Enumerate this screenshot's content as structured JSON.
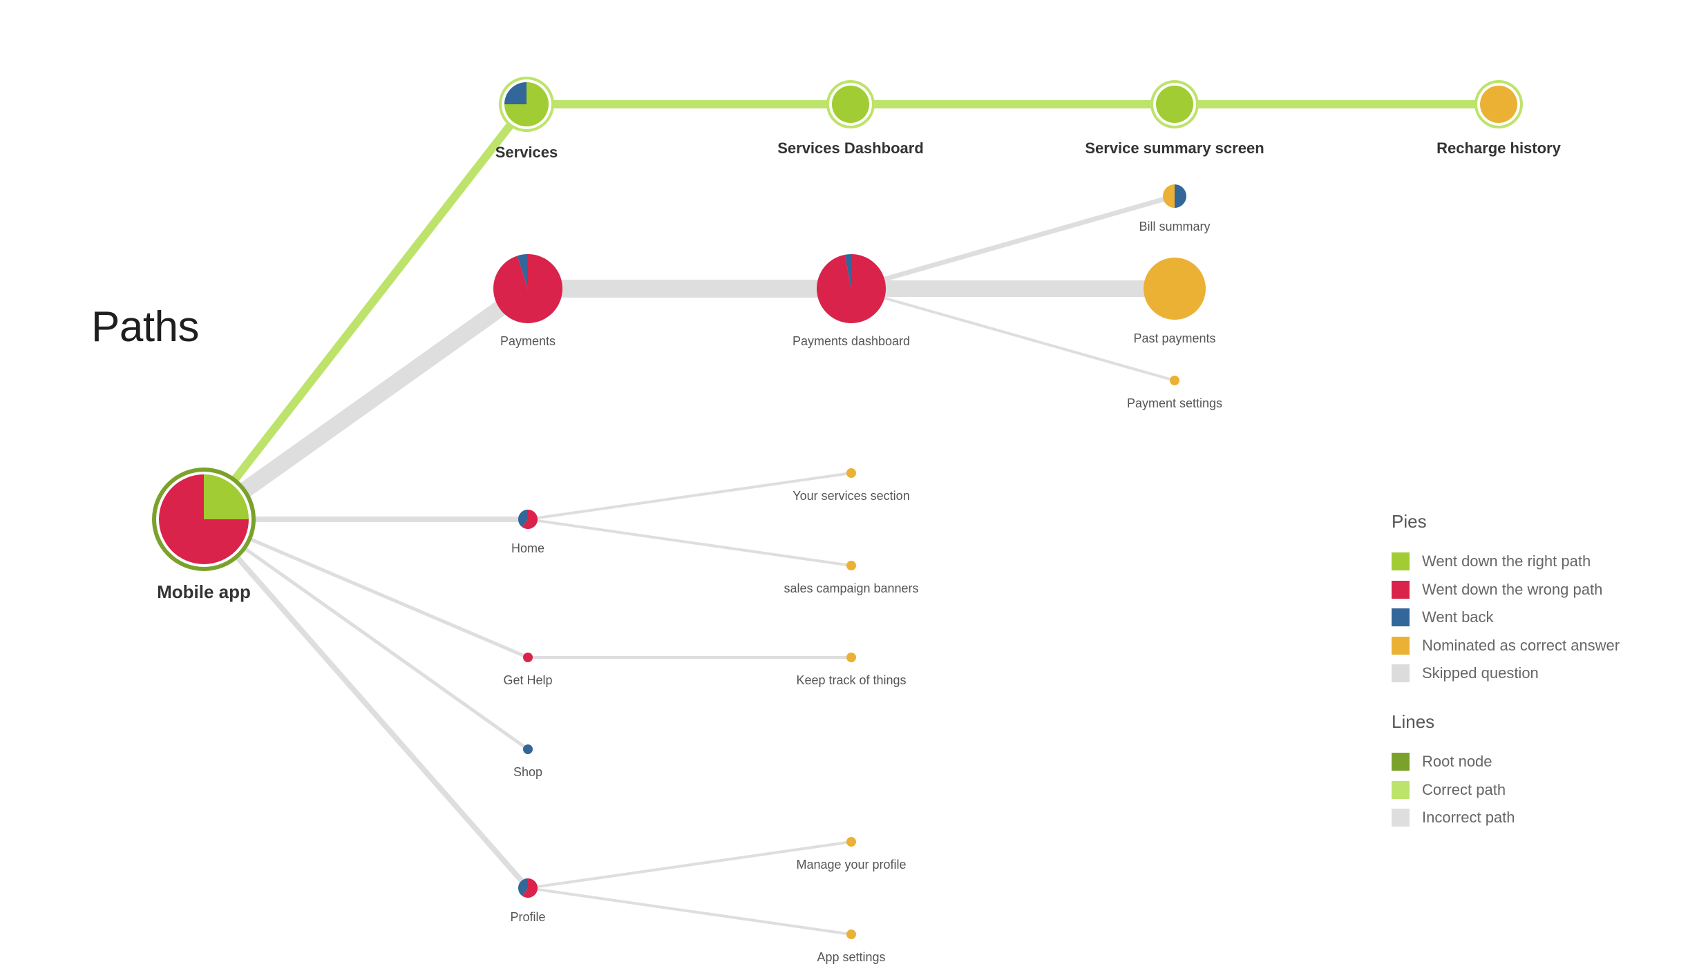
{
  "title": "Paths",
  "colors": {
    "right": "#a1cc33",
    "wrong": "#d9234b",
    "back": "#336699",
    "nominated": "#ebb135",
    "skipped": "#dcdcdc",
    "root_line": "#7aa22b",
    "correct_line": "#bde36b",
    "incorrect_line": "#dedede"
  },
  "nodes": [
    {
      "id": "mobile-app",
      "label": "Mobile app",
      "emphasis": "root",
      "pie": {
        "right": 0.25,
        "wrong": 0.75
      }
    },
    {
      "id": "services",
      "label": "Services",
      "emphasis": "correct",
      "pie": {
        "right": 0.75,
        "back": 0.25
      }
    },
    {
      "id": "services-dashboard",
      "label": "Services Dashboard",
      "emphasis": "correct",
      "pie": {
        "right": 1
      }
    },
    {
      "id": "service-summary-screen",
      "label": "Service summary screen",
      "emphasis": "correct",
      "pie": {
        "right": 1
      }
    },
    {
      "id": "recharge-history",
      "label": "Recharge history",
      "emphasis": "correct",
      "pie": {
        "nominated": 1
      }
    },
    {
      "id": "payments",
      "label": "Payments",
      "pie": {
        "wrong": 0.95,
        "back": 0.05
      }
    },
    {
      "id": "payments-dashboard",
      "label": "Payments dashboard",
      "pie": {
        "wrong": 0.97,
        "back": 0.03
      }
    },
    {
      "id": "bill-summary",
      "label": "Bill summary",
      "pie": {
        "back": 0.5,
        "nominated": 0.5
      }
    },
    {
      "id": "past-payments",
      "label": "Past payments",
      "pie": {
        "nominated": 1
      }
    },
    {
      "id": "payment-settings",
      "label": "Payment settings",
      "pie": {
        "nominated": 1
      }
    },
    {
      "id": "home",
      "label": "Home",
      "pie": {
        "wrong": 0.6,
        "back": 0.4
      }
    },
    {
      "id": "your-services-section",
      "label": "Your services section",
      "pie": {
        "nominated": 1
      }
    },
    {
      "id": "sales-campaign-banners",
      "label": "sales campaign banners",
      "pie": {
        "nominated": 1
      }
    },
    {
      "id": "get-help",
      "label": "Get Help",
      "pie": {
        "wrong": 1
      }
    },
    {
      "id": "keep-track-of-things",
      "label": "Keep track of things",
      "pie": {
        "nominated": 1
      }
    },
    {
      "id": "shop",
      "label": "Shop",
      "pie": {
        "back": 1
      }
    },
    {
      "id": "profile",
      "label": "Profile",
      "pie": {
        "wrong": 0.6,
        "back": 0.4
      }
    },
    {
      "id": "manage-your-profile",
      "label": "Manage your profile",
      "pie": {
        "nominated": 1
      }
    },
    {
      "id": "app-settings",
      "label": "App settings",
      "pie": {
        "nominated": 1
      }
    }
  ],
  "edges": [
    {
      "from": "mobile-app",
      "to": "services",
      "path": "correct"
    },
    {
      "from": "services",
      "to": "services-dashboard",
      "path": "correct"
    },
    {
      "from": "services-dashboard",
      "to": "service-summary-screen",
      "path": "correct"
    },
    {
      "from": "service-summary-screen",
      "to": "recharge-history",
      "path": "correct"
    },
    {
      "from": "mobile-app",
      "to": "payments",
      "path": "incorrect"
    },
    {
      "from": "payments",
      "to": "payments-dashboard",
      "path": "incorrect"
    },
    {
      "from": "payments-dashboard",
      "to": "bill-summary",
      "path": "incorrect"
    },
    {
      "from": "payments-dashboard",
      "to": "past-payments",
      "path": "incorrect"
    },
    {
      "from": "payments-dashboard",
      "to": "payment-settings",
      "path": "incorrect"
    },
    {
      "from": "mobile-app",
      "to": "home",
      "path": "incorrect"
    },
    {
      "from": "home",
      "to": "your-services-section",
      "path": "incorrect"
    },
    {
      "from": "home",
      "to": "sales-campaign-banners",
      "path": "incorrect"
    },
    {
      "from": "mobile-app",
      "to": "get-help",
      "path": "incorrect"
    },
    {
      "from": "get-help",
      "to": "keep-track-of-things",
      "path": "incorrect"
    },
    {
      "from": "mobile-app",
      "to": "shop",
      "path": "incorrect"
    },
    {
      "from": "mobile-app",
      "to": "profile",
      "path": "incorrect"
    },
    {
      "from": "profile",
      "to": "manage-your-profile",
      "path": "incorrect"
    },
    {
      "from": "profile",
      "to": "app-settings",
      "path": "incorrect"
    }
  ],
  "legend": {
    "pies_title": "Pies",
    "pies": [
      {
        "label": "Went down the right path",
        "color": "#a1cc33"
      },
      {
        "label": "Went down the wrong path",
        "color": "#d9234b"
      },
      {
        "label": "Went back",
        "color": "#336699"
      },
      {
        "label": "Nominated as correct answer",
        "color": "#ebb135"
      },
      {
        "label": "Skipped question",
        "color": "#dcdcdc"
      }
    ],
    "lines_title": "Lines",
    "lines": [
      {
        "label": "Root node",
        "color": "#7aa22b"
      },
      {
        "label": "Correct path",
        "color": "#bde36b"
      },
      {
        "label": "Incorrect path",
        "color": "#dedede"
      }
    ]
  }
}
